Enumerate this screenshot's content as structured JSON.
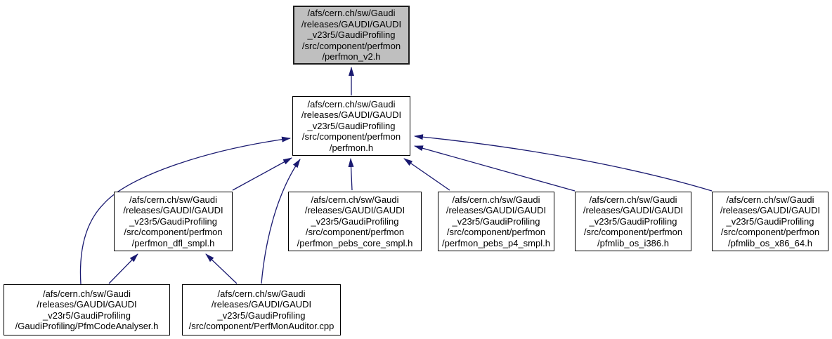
{
  "colors": {
    "background": "#ffffff",
    "edge": "#191970",
    "node_border": "#000000",
    "highlight_node_fill": "#bfbfbf"
  },
  "nodes": [
    {
      "id": "perfmon_v2_h",
      "highlighted": true,
      "label": "/afs/cern.ch/sw/Gaudi\n/releases/GAUDI/GAUDI\n_v23r5/GaudiProfiling\n/src/component/perfmon\n/perfmon_v2.h"
    },
    {
      "id": "perfmon_h",
      "highlighted": false,
      "label": "/afs/cern.ch/sw/Gaudi\n/releases/GAUDI/GAUDI\n_v23r5/GaudiProfiling\n/src/component/perfmon\n/perfmon.h"
    },
    {
      "id": "perfmon_dfl_smpl_h",
      "highlighted": false,
      "label": "/afs/cern.ch/sw/Gaudi\n/releases/GAUDI/GAUDI\n_v23r5/GaudiProfiling\n/src/component/perfmon\n/perfmon_dfl_smpl.h"
    },
    {
      "id": "perfmon_pebs_core_smpl_h",
      "highlighted": false,
      "label": "/afs/cern.ch/sw/Gaudi\n/releases/GAUDI/GAUDI\n_v23r5/GaudiProfiling\n/src/component/perfmon\n/perfmon_pebs_core_smpl.h"
    },
    {
      "id": "perfmon_pebs_p4_smpl_h",
      "highlighted": false,
      "label": "/afs/cern.ch/sw/Gaudi\n/releases/GAUDI/GAUDI\n_v23r5/GaudiProfiling\n/src/component/perfmon\n/perfmon_pebs_p4_smpl.h"
    },
    {
      "id": "pfmlib_os_i386_h",
      "highlighted": false,
      "label": "/afs/cern.ch/sw/Gaudi\n/releases/GAUDI/GAUDI\n_v23r5/GaudiProfiling\n/src/component/perfmon\n/pfmlib_os_i386.h"
    },
    {
      "id": "pfmlib_os_x86_64_h",
      "highlighted": false,
      "label": "/afs/cern.ch/sw/Gaudi\n/releases/GAUDI/GAUDI\n_v23r5/GaudiProfiling\n/src/component/perfmon\n/pfmlib_os_x86_64.h"
    },
    {
      "id": "pfm_code_analyser_h",
      "highlighted": false,
      "label": "/afs/cern.ch/sw/Gaudi\n/releases/GAUDI/GAUDI\n_v23r5/GaudiProfiling\n/GaudiProfiling/PfmCodeAnalyser.h"
    },
    {
      "id": "perf_mon_auditor_cpp",
      "highlighted": false,
      "label": "/afs/cern.ch/sw/Gaudi\n/releases/GAUDI/GAUDI\n_v23r5/GaudiProfiling\n/src/component/PerfMonAuditor.cpp"
    }
  ],
  "edges": [
    {
      "from": "perfmon_h",
      "to": "perfmon_v2_h"
    },
    {
      "from": "perfmon_dfl_smpl_h",
      "to": "perfmon_h"
    },
    {
      "from": "perfmon_pebs_core_smpl_h",
      "to": "perfmon_h"
    },
    {
      "from": "perfmon_pebs_p4_smpl_h",
      "to": "perfmon_h"
    },
    {
      "from": "pfmlib_os_i386_h",
      "to": "perfmon_h"
    },
    {
      "from": "pfmlib_os_x86_64_h",
      "to": "perfmon_h"
    },
    {
      "from": "pfm_code_analyser_h",
      "to": "perfmon_h"
    },
    {
      "from": "perf_mon_auditor_cpp",
      "to": "perfmon_h"
    },
    {
      "from": "pfm_code_analyser_h",
      "to": "perfmon_dfl_smpl_h"
    },
    {
      "from": "perf_mon_auditor_cpp",
      "to": "perfmon_dfl_smpl_h"
    }
  ]
}
